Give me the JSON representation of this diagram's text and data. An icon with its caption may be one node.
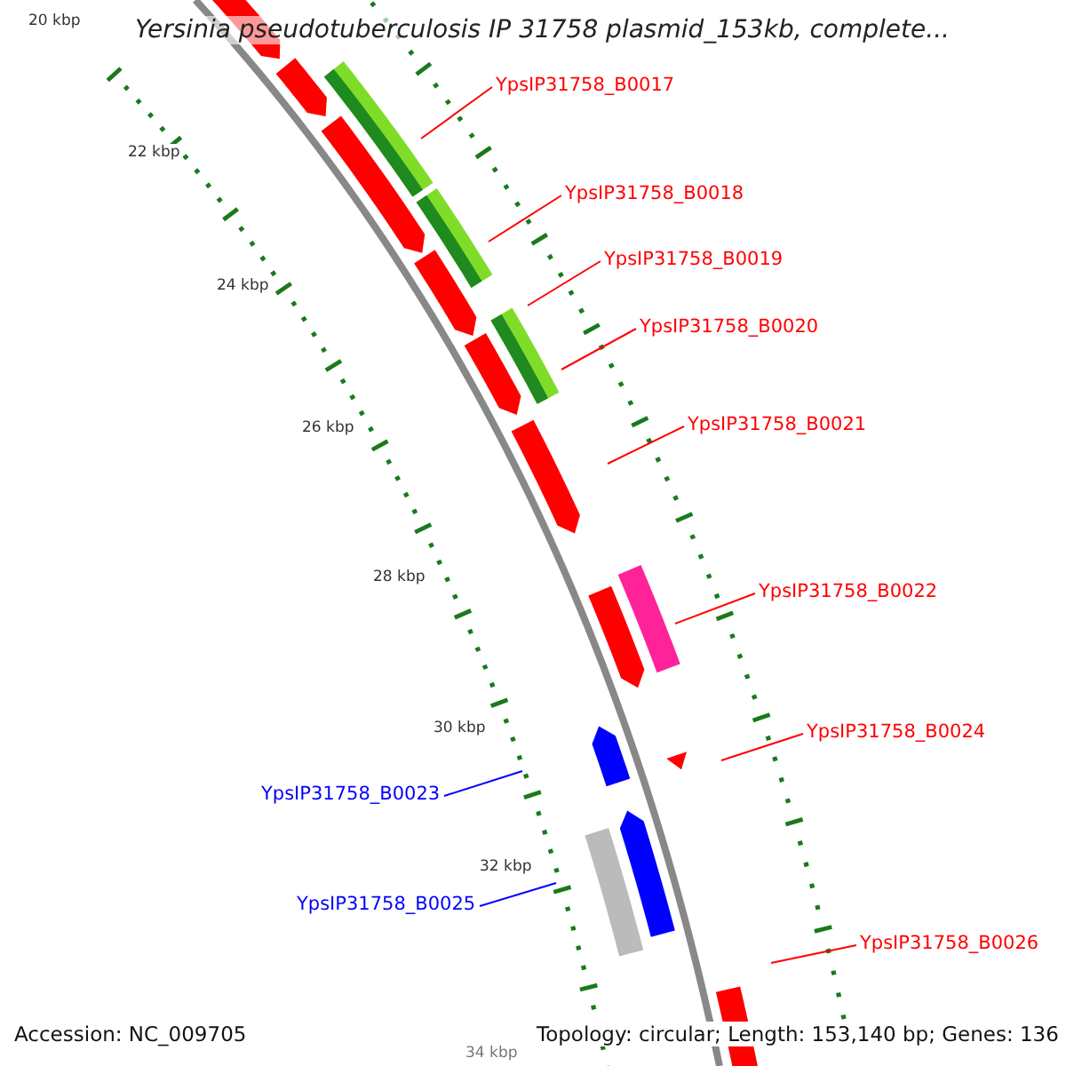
{
  "diagram": {
    "title": "Yersinia pseudotuberculosis IP 31758 plasmid_153kb, complete...",
    "nodes": [
      {
        "text": [
          "YpsIP31758_B0017"
        ]
      },
      {
        "text": [
          "YpsIP31758_B0018"
        ]
      },
      {
        "text": [
          "YpsIP31758_B0019"
        ]
      },
      {
        "text": [
          "YpsIP31758_B0020"
        ]
      },
      {
        "text": [
          "YpsIP31758_B0021"
        ]
      },
      {
        "text": [
          "YpsIP31758_B0022"
        ]
      },
      {
        "text": [
          "YpsIP31758_B0024"
        ]
      },
      {
        "text": [
          "YpsIP31758_B0023"
        ]
      },
      {
        "text": [
          "YpsIP31758_B0025"
        ]
      },
      {
        "text": [
          "YpsIP31758_B0026"
        ]
      }
    ],
    "edges": [
      {
        "from": 0,
        "to": null,
        "arrow": "none"
      },
      {
        "from": 1,
        "to": null,
        "arrow": "none"
      },
      {
        "from": 2,
        "to": null,
        "arrow": "none"
      },
      {
        "from": 3,
        "to": null,
        "arrow": "none"
      },
      {
        "from": 4,
        "to": null,
        "arrow": "none"
      },
      {
        "from": 5,
        "to": null,
        "arrow": "none"
      },
      {
        "from": 6,
        "to": null,
        "arrow": "none"
      },
      {
        "from": 7,
        "to": null,
        "arrow": "none",
        "color": "#0000ff"
      },
      {
        "from": 8,
        "to": null,
        "arrow": "none",
        "color": "#0000ff"
      },
      {
        "from": 9,
        "to": null,
        "arrow": "none"
      }
    ],
    "labels": [
      "20 kbp",
      "22 kbp",
      "24 kbp",
      "26 kbp",
      "28 kbp",
      "30 kbp",
      "32 kbp",
      "34 kbp",
      "Accession: NC_009705",
      "Topology: circular; Length: 153,140 bp; Genes: 136"
    ]
  }
}
